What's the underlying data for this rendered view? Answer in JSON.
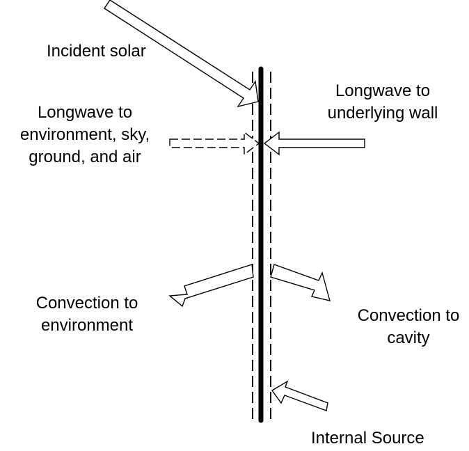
{
  "labels": {
    "incident_solar": "Incident solar",
    "longwave_env": [
      "Longwave to",
      "environment, sky,",
      "ground, and air"
    ],
    "longwave_wall": [
      "Longwave to",
      "underlying wall"
    ],
    "convection_env": [
      "Convection to",
      "environment"
    ],
    "convection_cavity": [
      "Convection to",
      "cavity"
    ],
    "internal_source": "Internal Source"
  }
}
